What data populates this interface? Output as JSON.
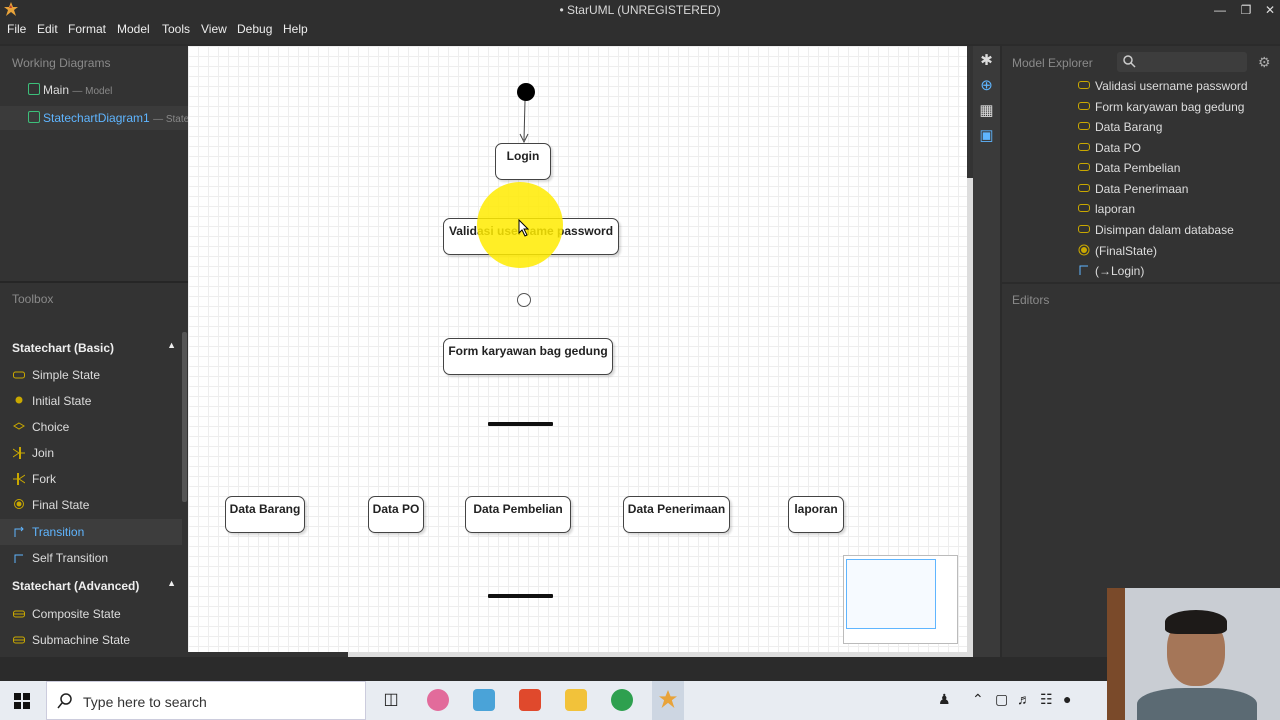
{
  "window": {
    "title": "• StarUML (UNREGISTERED)"
  },
  "menu": [
    "File",
    "Edit",
    "Format",
    "Model",
    "Tools",
    "View",
    "Debug",
    "Help"
  ],
  "working_diagrams": {
    "header": "Working Diagrams",
    "items": [
      {
        "name": "Main",
        "type": "— Model"
      },
      {
        "name": "StatechartDiagram1",
        "type": "— StateM"
      }
    ]
  },
  "toolbox": {
    "header": "Toolbox",
    "sections": [
      {
        "title": "Statechart (Basic)",
        "tools": [
          "Simple State",
          "Initial State",
          "Choice",
          "Join",
          "Fork",
          "Final State",
          "Transition",
          "Self Transition"
        ]
      },
      {
        "title": "Statechart (Advanced)",
        "tools": [
          "Composite State",
          "Submachine State"
        ]
      }
    ],
    "selected": "Transition"
  },
  "diagram": {
    "states": [
      "Login",
      "Validasi username password",
      "Form karyawan bag gedung",
      "Data Barang",
      "Data PO",
      "Data Pembelian",
      "Data Penerimaan",
      "laporan"
    ]
  },
  "model_explorer": {
    "title": "Model Explorer",
    "items": [
      "Validasi username password",
      "Form karyawan bag gedung",
      "Data Barang",
      "Data PO",
      "Data Pembelian",
      "Data Penerimaan",
      "laporan",
      "Disimpan dalam database",
      "(FinalState)",
      "(→Login)"
    ]
  },
  "editors": {
    "title": "Editors"
  },
  "taskbar": {
    "search_placeholder": "Type here to search"
  },
  "colors": {
    "accent": "#5fb5ff",
    "state_icon": "#c9a800",
    "diagram_icon": "#3cbf7a"
  }
}
